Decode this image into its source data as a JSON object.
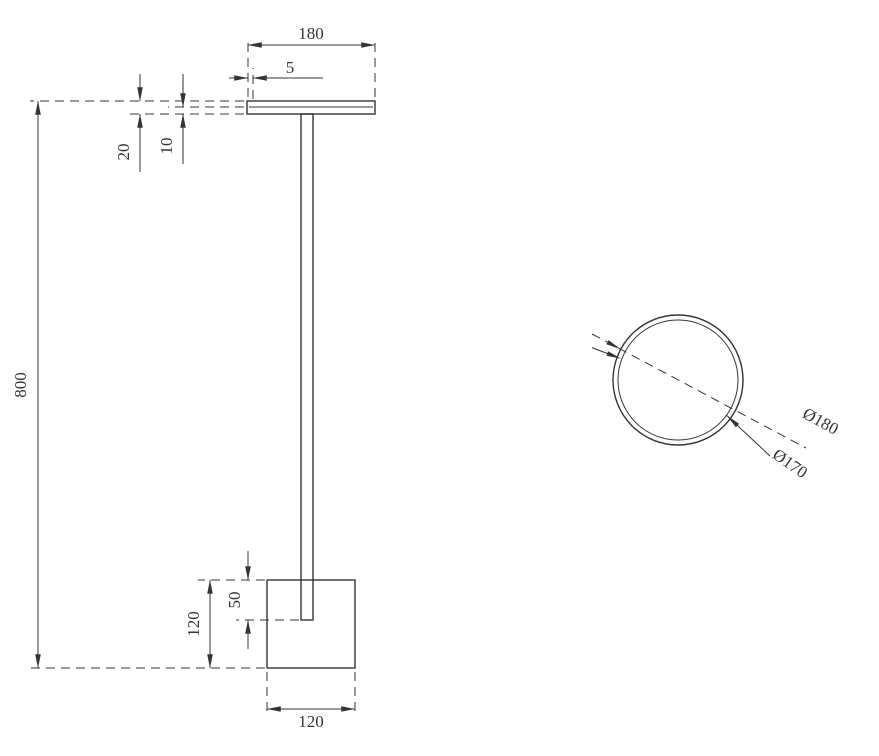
{
  "document": {
    "background_color": "#ffffff",
    "line_color": "#343434"
  },
  "front_view": {
    "dim_top_width": "180",
    "dim_plate_lip": "5",
    "dim_plate_thickness": "20",
    "dim_plate_inner": "10",
    "dim_total_height": "800",
    "dim_pole_insert": "50",
    "dim_base_height": "120",
    "dim_base_width": "120"
  },
  "top_view": {
    "dim_outer_diameter": "Ø180",
    "dim_inner_diameter": "Ø170"
  }
}
